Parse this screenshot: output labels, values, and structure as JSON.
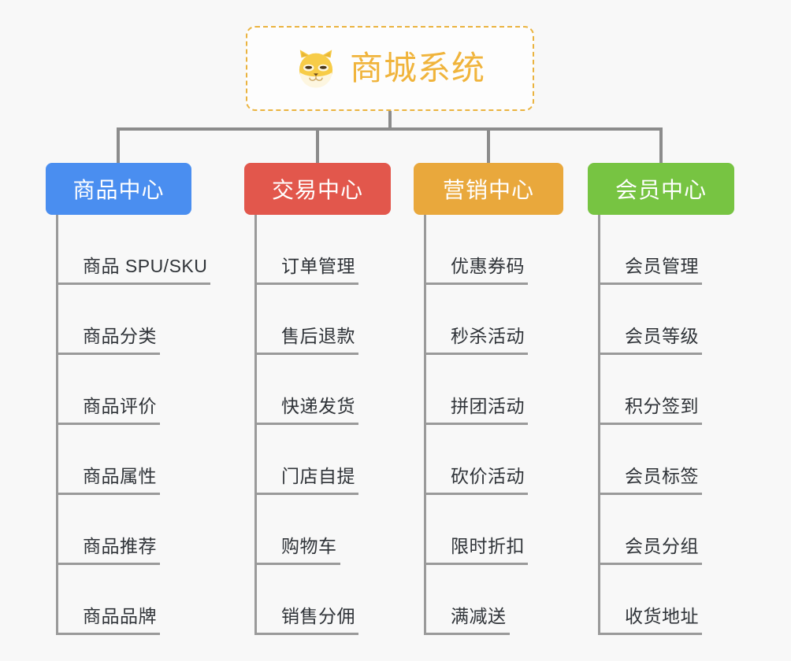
{
  "canvas": {
    "background": "#f8f8f8",
    "connector_color": "#8c8c8c",
    "leaf_line_color": "#9a9a9a",
    "leaf_text_color": "#2f3338"
  },
  "root": {
    "title": "商城系统",
    "icon": "shiba-dog-face-icon",
    "text_color": "#f0b43c",
    "border_color": "#eab33f",
    "background": "#fdfdfd"
  },
  "branches": [
    {
      "label": "商品中心",
      "color": "#4a8ef0",
      "items": [
        {
          "label": "商品 SPU/SKU"
        },
        {
          "label": "商品分类"
        },
        {
          "label": "商品评价"
        },
        {
          "label": "商品属性"
        },
        {
          "label": "商品推荐"
        },
        {
          "label": "商品品牌"
        }
      ]
    },
    {
      "label": "交易中心",
      "color": "#e2574c",
      "items": [
        {
          "label": "订单管理"
        },
        {
          "label": "售后退款"
        },
        {
          "label": "快递发货"
        },
        {
          "label": "门店自提"
        },
        {
          "label": "购物车"
        },
        {
          "label": "销售分佣"
        }
      ]
    },
    {
      "label": "营销中心",
      "color": "#e9a83c",
      "items": [
        {
          "label": "优惠券码"
        },
        {
          "label": "秒杀活动"
        },
        {
          "label": "拼团活动"
        },
        {
          "label": "砍价活动"
        },
        {
          "label": "限时折扣"
        },
        {
          "label": "满减送"
        }
      ]
    },
    {
      "label": "会员中心",
      "color": "#77c442",
      "items": [
        {
          "label": "会员管理"
        },
        {
          "label": "会员等级"
        },
        {
          "label": "积分签到"
        },
        {
          "label": "会员标签"
        },
        {
          "label": "会员分组"
        },
        {
          "label": "收货地址"
        }
      ]
    }
  ]
}
